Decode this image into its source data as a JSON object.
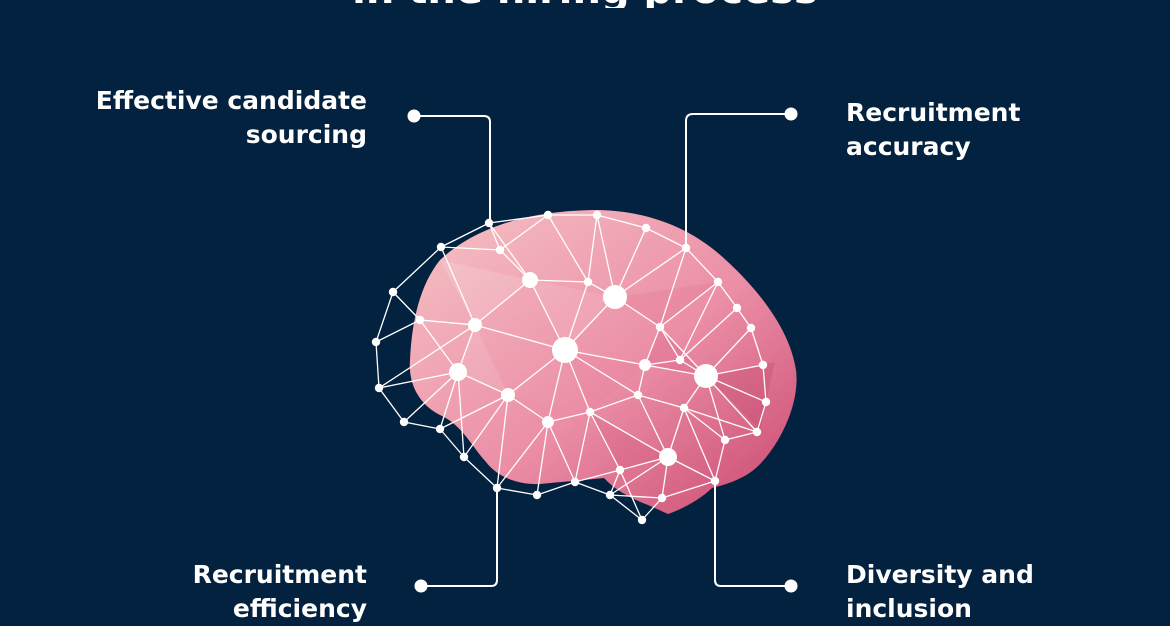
{
  "title": "in the hiring process",
  "labels": {
    "top_left": {
      "line1": "Effective candidate",
      "line2": "sourcing"
    },
    "top_right": {
      "line1": "Recruitment",
      "line2": "accuracy"
    },
    "bottom_left": {
      "line1": "Recruitment",
      "line2": "efficiency"
    },
    "bottom_right": {
      "line1": "Diversity and",
      "line2": "inclusion"
    }
  },
  "colors": {
    "background": "#03223f",
    "brain_light": "#f4b7bd",
    "brain_dark": "#c94771",
    "network": "#ffffff"
  },
  "icons": {
    "brain": "brain-network-illustration"
  }
}
